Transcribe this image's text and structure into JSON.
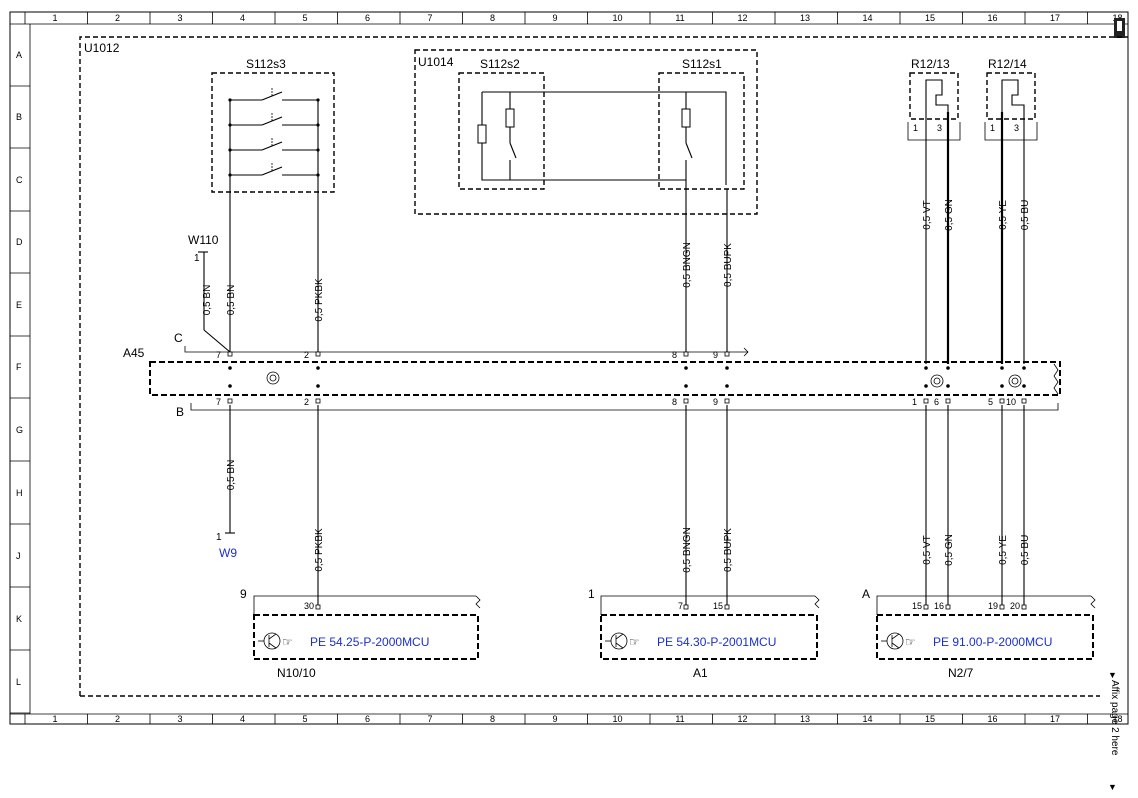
{
  "grid": {
    "columns": [
      "1",
      "2",
      "3",
      "4",
      "5",
      "6",
      "7",
      "8",
      "9",
      "10",
      "11",
      "12",
      "13",
      "14",
      "15",
      "16",
      "17",
      "18"
    ],
    "rows": [
      "A",
      "B",
      "C",
      "D",
      "E",
      "F",
      "G",
      "H",
      "J",
      "K",
      "L"
    ]
  },
  "page_note": "Affix page 2 here",
  "groups": {
    "u1012": "U1012",
    "u1014": "U1014"
  },
  "components": {
    "s112s3": "S112s3",
    "s112s2": "S112s2",
    "s112s1": "S112s1",
    "r12_13": "R12/13",
    "r12_14": "R12/14",
    "a45": "A45",
    "w110": "W110",
    "w9": "W9",
    "n10_10": "N10/10",
    "a1": "A1",
    "n2_7": "N2/7"
  },
  "connectors": {
    "a45_c": "C",
    "a45_b": "B",
    "n10_10": "9",
    "a1": "1",
    "n2_7": "A"
  },
  "wires": {
    "bn": "0,5 BN",
    "pkbk": "0,5 PKBK",
    "bngn": "0,5 BNGN",
    "bupk": "0,5 BUPK",
    "vt": "0,5 VT",
    "gn": "0,5 GN",
    "ye": "0,5 YE",
    "bu": "0,5 BU"
  },
  "pins": {
    "a45_top": [
      "7",
      "2",
      "8",
      "9"
    ],
    "a45_bottom": [
      "7",
      "2",
      "8",
      "9",
      "1",
      "6",
      "5",
      "10"
    ],
    "r12_13": [
      "1",
      "3"
    ],
    "r12_14": [
      "1",
      "3"
    ],
    "w110": "1",
    "w9": "1",
    "n10_10": [
      "30"
    ],
    "a1": [
      "7",
      "15"
    ],
    "n2_7": [
      "15",
      "16",
      "19",
      "20"
    ]
  },
  "references": {
    "n10_10": "PE 54.25-P-2000MCU",
    "a1": "PE 54.30-P-2001MCU",
    "n2_7": "PE 91.00-P-2000MCU"
  }
}
